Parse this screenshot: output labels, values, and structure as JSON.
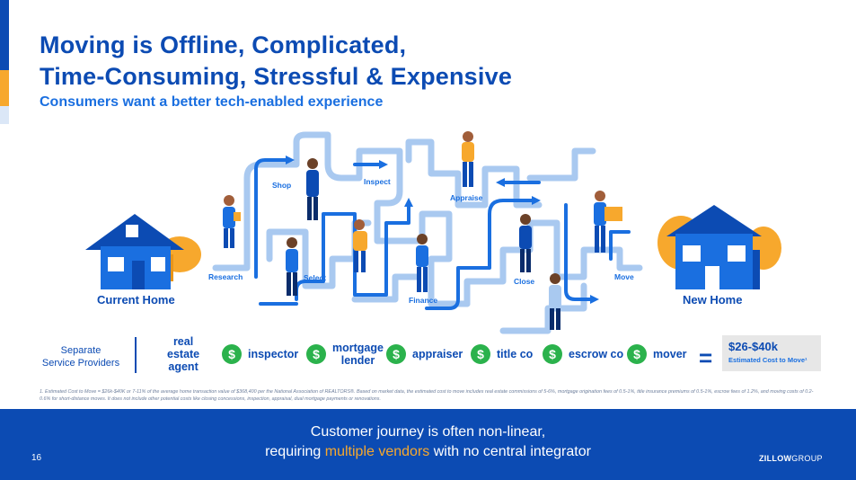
{
  "slide": {
    "title_line1": "Moving is Offline, Complicated,",
    "title_line2": "Time-Consuming, Stressful & Expensive",
    "subtitle": "Consumers want a better tech-enabled experience",
    "accent_colors": {
      "dark_blue": "#0c4bb3",
      "bright_blue": "#1a6fe0",
      "light_blue": "#a9c9f0",
      "orange": "#f7a82d",
      "green": "#2bb24c"
    }
  },
  "journey": {
    "current_home": "Current Home",
    "new_home": "New Home",
    "steps": [
      "Research",
      "Shop",
      "Select",
      "Inspect",
      "Finance",
      "Appraise",
      "Close",
      "Move"
    ]
  },
  "vendors": {
    "group_label_line1": "Separate",
    "group_label_line2": "Service Providers",
    "items": [
      {
        "line1": "real",
        "line2": "estate",
        "line3": "agent"
      },
      {
        "line1": "inspector",
        "line2": "",
        "line3": ""
      },
      {
        "line1": "mortgage",
        "line2": "lender",
        "line3": ""
      },
      {
        "line1": "appraiser",
        "line2": "",
        "line3": ""
      },
      {
        "line1": "title co",
        "line2": "",
        "line3": ""
      },
      {
        "line1": "escrow co",
        "line2": "",
        "line3": ""
      },
      {
        "line1": "mover",
        "line2": "",
        "line3": ""
      }
    ],
    "currency_symbol": "$",
    "equals_symbol": "=",
    "total_cost": "$26-$40k",
    "total_cost_note": "Estimated Cost to Move¹"
  },
  "footnote": "1. Estimated Cost to Move = $26k-$40K or 7-11% of the average home transaction value of $368,400 per the National Association of REALTORS®. Based on market data, the estimated cost to move includes real estate commissions of 5-6%, mortgage origination fees of 0.5-1%, title insurance premiums of 0.5-1%, escrow fees of 1.2%, and moving costs of 0.2-0.6% for short-distance moves. It does not include other potential costs like closing concessions, inspection, appraisal, dual mortgage payments or renovations.",
  "banner": {
    "line1": "Customer journey is often non-linear,",
    "line2_pre": "requiring ",
    "line2_highlight": "multiple vendors",
    "line2_post": " with no central integrator",
    "page_number": "16",
    "logo_bold": "ZILLOW",
    "logo_thin": "GROUP"
  }
}
